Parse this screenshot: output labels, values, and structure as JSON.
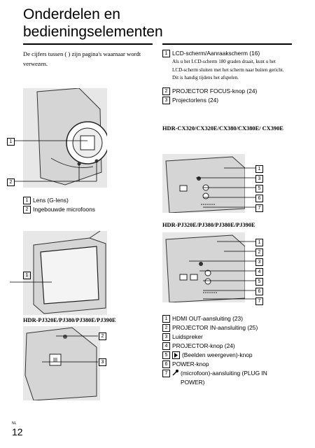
{
  "title": "Onderdelen en bedieningselementen",
  "intro": "De cijfers tussen ( ) zijn pagina's waarnaar wordt verwezen.",
  "right_top_items": [
    {
      "num": "1",
      "text": "LCD-scherm/Aanraakscherm (16)",
      "sub": "Als u het LCD-scherm 180 graden draait, kunt u het LCD-scherm sluiten met het scherm naar buiten gericht. Dit is handig tijdens het afspelen."
    },
    {
      "num": "2",
      "text": "PROJECTOR FOCUS-knop (24)"
    },
    {
      "num": "3",
      "text": "Projectorlens (24)"
    }
  ],
  "left_fig1_items": [
    {
      "num": "1",
      "text": "Lens (G-lens)"
    },
    {
      "num": "2",
      "text": "Ingebouwde microfoons"
    }
  ],
  "models_a": "HDR-CX320/CX320E/CX380/CX380E/ CX390E",
  "models_b": "HDR-PJ320E/PJ380/PJ380E/PJ390E",
  "models_c": "HDR-PJ320E/PJ380/PJ380E/PJ390E",
  "bottom_items": [
    {
      "num": "1",
      "text": "HDMI OUT-aansluiting (23)"
    },
    {
      "num": "2",
      "text": "PROJECTOR IN-aansluiting (25)"
    },
    {
      "num": "3",
      "text": "Luidspreker"
    },
    {
      "num": "4",
      "text": "PROJECTOR-knop (24)"
    },
    {
      "num": "5",
      "text": "(Beelden weergeven)-knop"
    },
    {
      "num": "6",
      "text": "POWER-knop"
    },
    {
      "num": "7",
      "text": "(microfoon)-aansluiting (PLUG IN POWER)"
    }
  ],
  "callouts": {
    "fig1": [
      "1",
      "2"
    ],
    "fig2": [
      "1"
    ],
    "fig3": [
      "2",
      "3"
    ],
    "fig4": [
      "1",
      "3",
      "5",
      "6",
      "7"
    ],
    "fig5": [
      "1",
      "2",
      "3",
      "4",
      "5",
      "6",
      "7"
    ]
  },
  "page_lang": "NL",
  "page_number": "12"
}
